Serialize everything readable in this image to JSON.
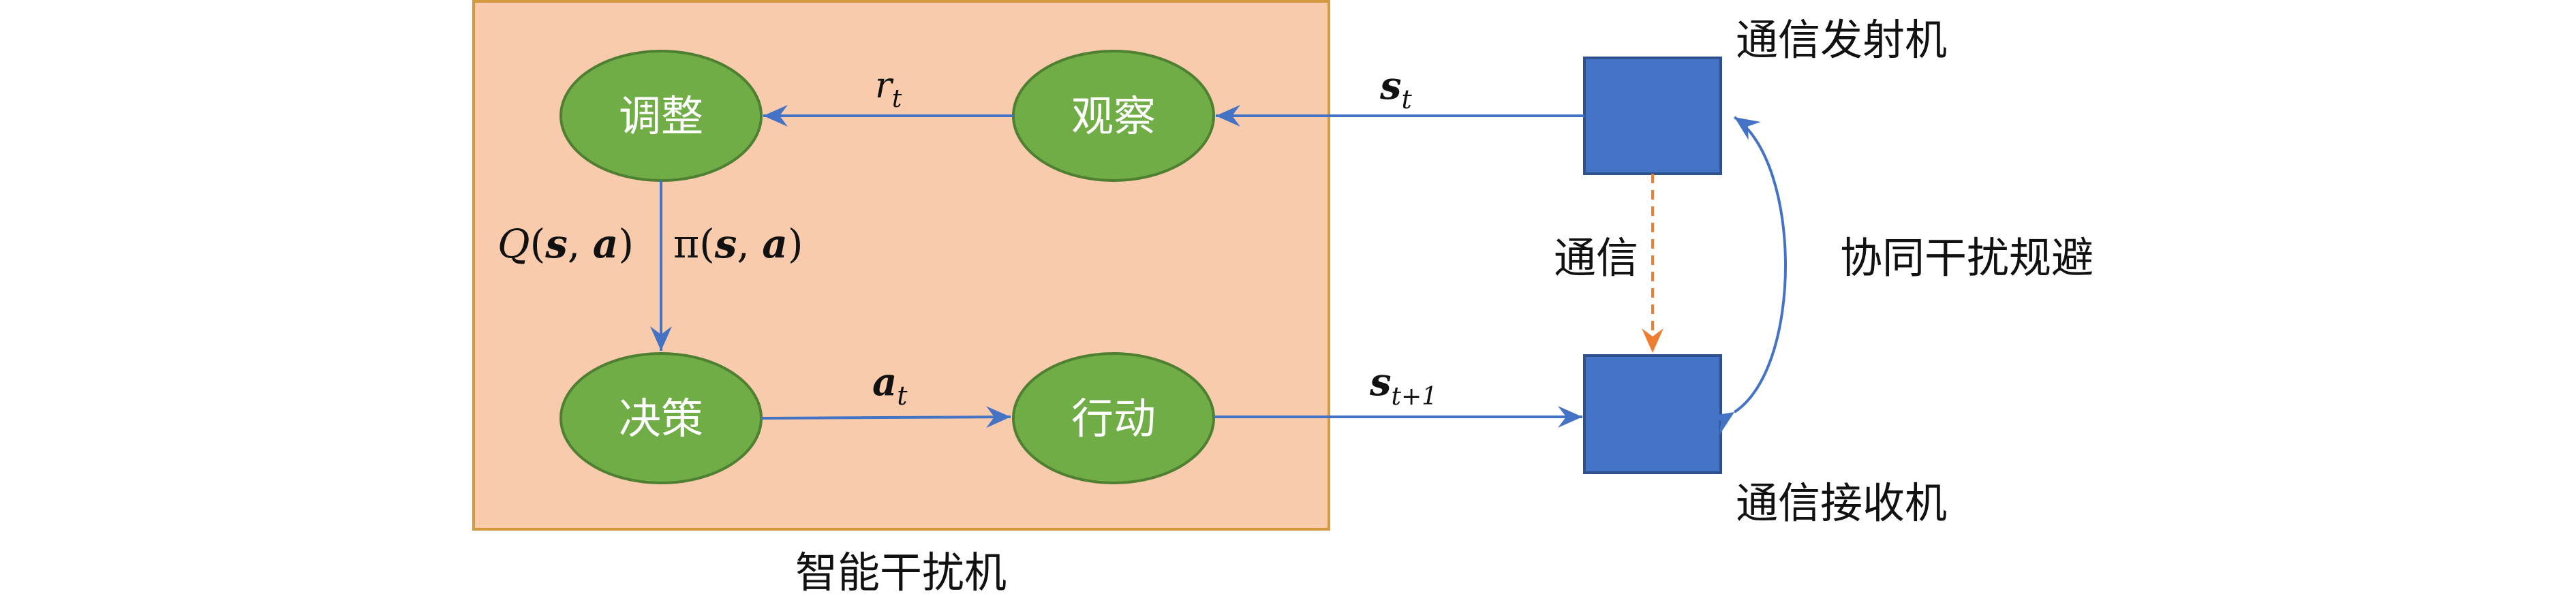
{
  "colors": {
    "agent_box_fill": "#f8cbad",
    "agent_box_border": "#d4993f",
    "ellipse_fill": "#70ad47",
    "ellipse_border": "#4f7f31",
    "device_fill": "#4472c4",
    "device_border": "#2f528f",
    "arrow": "#4472c4",
    "dashed_arrow": "#ed7d31"
  },
  "agent": {
    "label": "智能干扰机",
    "nodes": {
      "adjust": "调整",
      "observe": "观察",
      "decide": "决策",
      "act": "行动"
    },
    "edge_labels": {
      "reward_var": "r",
      "reward_sub": "t",
      "q_func": "Q",
      "pi_func": "π",
      "state_var": "s",
      "action_var": "a",
      "action_sub": "t",
      "comma": ",",
      "lparen": "(",
      "rparen": ")"
    }
  },
  "comm": {
    "transmitter_label": "通信发射机",
    "receiver_label": "通信接收机",
    "link_label": "通信",
    "cooperation_label": "协同干扰规避",
    "state_var": "s",
    "state_sub": "t",
    "next_state_sub": "t+1"
  }
}
